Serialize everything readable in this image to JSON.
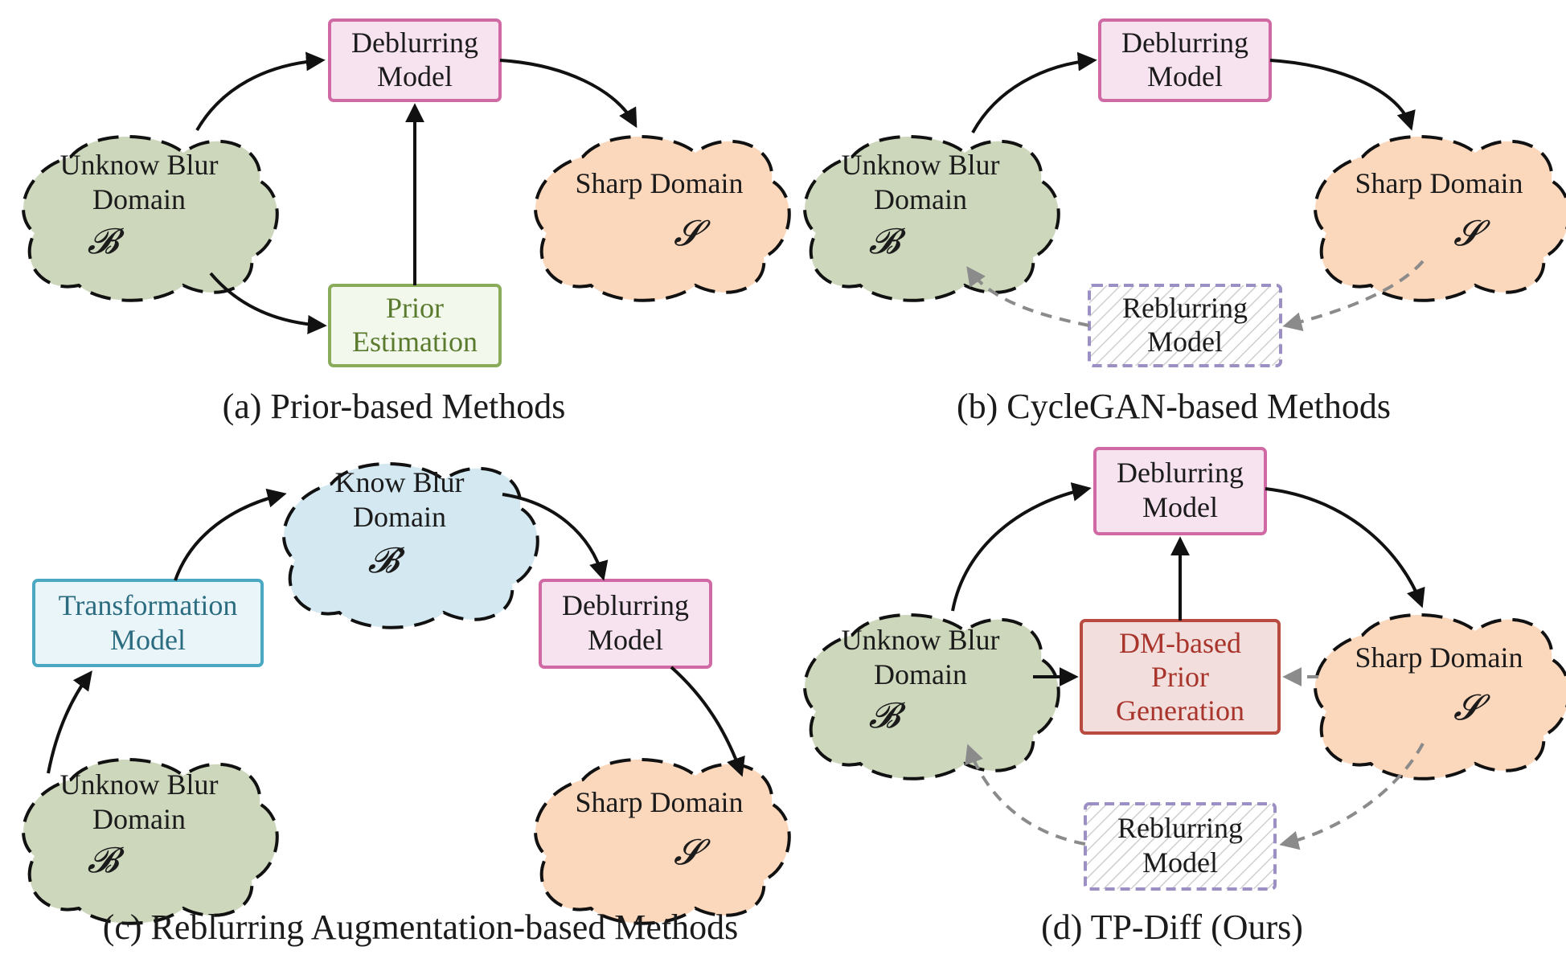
{
  "panels": {
    "a": {
      "caption": "(a) Prior-based Methods",
      "blur_domain": {
        "line1": "Unknow Blur",
        "line2": "Domain",
        "symbol": "𝓑"
      },
      "sharp_domain": {
        "line1": "Sharp Domain",
        "symbol": "𝓢"
      },
      "deblurring_model": {
        "line1": "Deblurring",
        "line2": "Model"
      },
      "prior_estimation": {
        "line1": "Prior",
        "line2": "Estimation"
      }
    },
    "b": {
      "caption": "(b) CycleGAN-based Methods",
      "blur_domain": {
        "line1": "Unknow Blur",
        "line2": "Domain",
        "symbol": "𝓑"
      },
      "sharp_domain": {
        "line1": "Sharp Domain",
        "symbol": "𝓢"
      },
      "deblurring_model": {
        "line1": "Deblurring",
        "line2": "Model"
      },
      "reblurring_model": {
        "line1": "Reblurring",
        "line2": "Model"
      }
    },
    "c": {
      "caption": "(c) Reblurring Augmentation-based Methods",
      "blur_domain": {
        "line1": "Unknow Blur",
        "line2": "Domain",
        "symbol": "𝓑"
      },
      "know_blur_domain": {
        "line1": "Know Blur",
        "line2": "Domain",
        "symbol": "𝓑̂"
      },
      "sharp_domain": {
        "line1": "Sharp Domain",
        "symbol": "𝓢"
      },
      "transformation_model": {
        "line1": "Transformation",
        "line2": "Model"
      },
      "deblurring_model": {
        "line1": "Deblurring",
        "line2": "Model"
      }
    },
    "d": {
      "caption": "(d) TP-Diff (Ours)",
      "blur_domain": {
        "line1": "Unknow Blur",
        "line2": "Domain",
        "symbol": "𝓑"
      },
      "sharp_domain": {
        "line1": "Sharp Domain",
        "symbol": "𝓢"
      },
      "deblurring_model": {
        "line1": "Deblurring",
        "line2": "Model"
      },
      "dm_prior": {
        "line1": "DM-based",
        "line2": "Prior",
        "line3": "Generation"
      },
      "reblurring_model": {
        "line1": "Reblurring",
        "line2": "Model"
      }
    }
  },
  "colors": {
    "blur_cloud": "#cdd7bc",
    "sharp_cloud": "#fbd7bc",
    "know_blur_cloud": "#d3e8f1",
    "deblurring_box": "#d06aa4",
    "prior_box": "#8aac5a",
    "reblurring_box": "#9c8fc4",
    "transformation_box": "#4aa8c2",
    "dm_prior_box": "#b84a40"
  },
  "icons": [
    "cloud-shape",
    "arrow",
    "dashed-arrow"
  ]
}
